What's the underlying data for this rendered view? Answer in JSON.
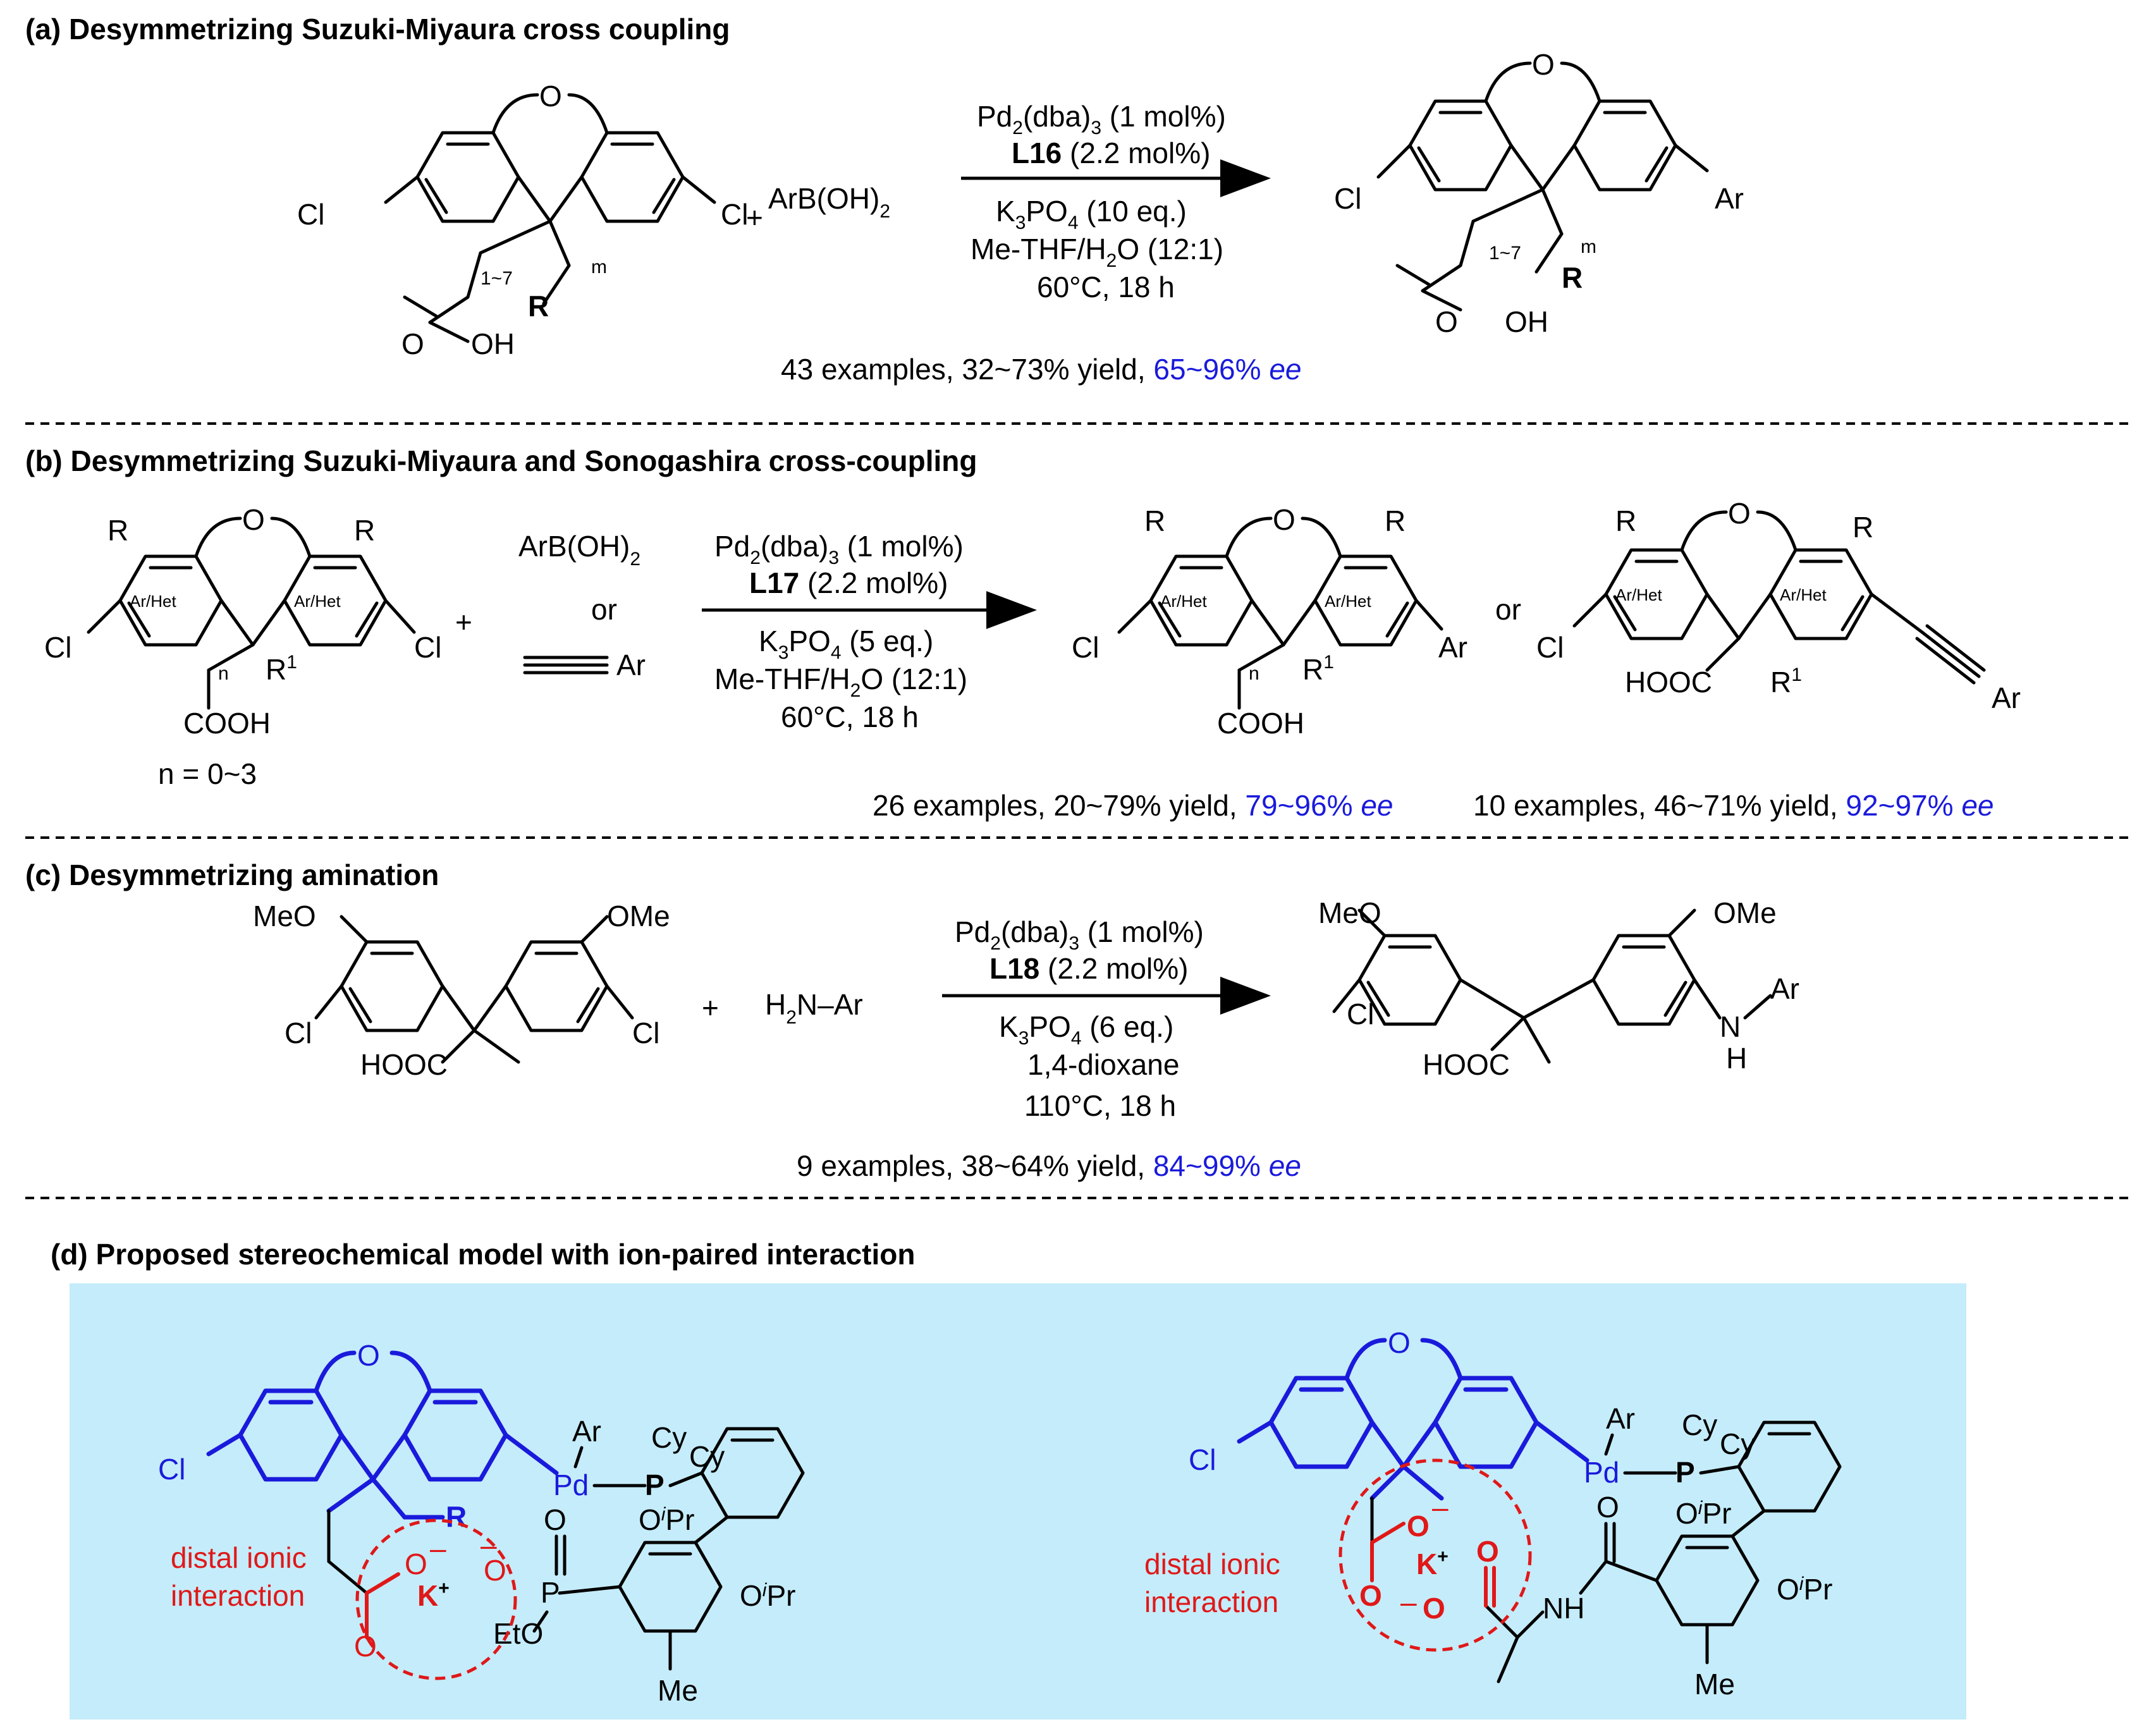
{
  "sections": {
    "a": {
      "header": "(a) Desymmetrizing Suzuki-Miyaura cross coupling",
      "reagent": "ArB(OH)",
      "reagent_sub": "2",
      "cond1_a": "Pd",
      "cond1_s1": "2",
      "cond1_b": "(dba)",
      "cond1_s2": "3",
      "cond1_c": " (1 mol%)",
      "cond2_bold": "L16",
      "cond2_rest": " (2.2 mol%)",
      "cond3_a": "K",
      "cond3_s": "3",
      "cond3_b": "PO",
      "cond3_s2": "4",
      "cond3_c": " (10 eq.)",
      "cond4": "Me-THF/H",
      "cond4_s": "2",
      "cond4_b": "O (12:1)",
      "cond5": "60°C, 18 h",
      "result_black": "43 examples, 32~73% yield, ",
      "result_blue": "65~96% ",
      "result_ee": "ee",
      "labels": {
        "cl": "Cl",
        "o": "O",
        "oh": "OH",
        "r": "R",
        "m": "m",
        "range": "1~7",
        "ar": "Ar"
      }
    },
    "b": {
      "header": "(b) Desymmetrizing Suzuki-Miyaura and Sonogashira cross-coupling",
      "reagent1": "ArB(OH)",
      "reagent1_sub": "2",
      "or": "or",
      "alkyne_ar": "Ar",
      "cond2_bold": "L17",
      "cond2_rest": " (2.2 mol%)",
      "cond3_c": " (5 eq.)",
      "cond4_b": "O (12:1)",
      "cond5": "60°C, 18 h",
      "n_range": "n = 0~3",
      "arhet": "Ar/Het",
      "cooh": "COOH",
      "hooc": "HOOC",
      "r1": "R",
      "r1_sup": "1",
      "n": "n",
      "result1_black": "26 examples, 20~79% yield, ",
      "result1_blue": "79~96% ",
      "result2_black": "10 examples, 46~71% yield, ",
      "result2_blue": "92~97% ",
      "ee": "ee"
    },
    "c": {
      "header": "(c) Desymmetrizing amination",
      "reagent": "H",
      "reagent_sub": "2",
      "reagent_rest": "N–Ar",
      "cond2_bold": "L18",
      "cond2_rest": " (2.2 mol%)",
      "cond3_c": " (6 eq.)",
      "cond4": "1,4-dioxane",
      "cond5": "110°C, 18 h",
      "meo": "MeO",
      "ome": "OMe",
      "hooc": "HOOC",
      "nh": "N",
      "h": "H",
      "result_black": "9 examples, 38~64% yield, ",
      "result_blue": "84~99% ",
      "ee": "ee"
    },
    "d": {
      "header": "(d) Proposed stereochemical model with ion-paired interaction",
      "distal1": "distal ionic",
      "distal2": "interaction",
      "k": "K",
      "plus": "+",
      "minus": "–",
      "pd": "Pd",
      "p": "P",
      "cy": "Cy",
      "oipr_o": "O",
      "oipr_i": "i",
      "oipr_pr": "Pr",
      "eto": "EtO",
      "me": "Me",
      "nh": "NH",
      "o": "O"
    }
  },
  "colors": {
    "panel_bg": "#c5ecfa",
    "blue": "#1a1adc",
    "red": "#e01818",
    "purple": "#8b1a5a"
  }
}
